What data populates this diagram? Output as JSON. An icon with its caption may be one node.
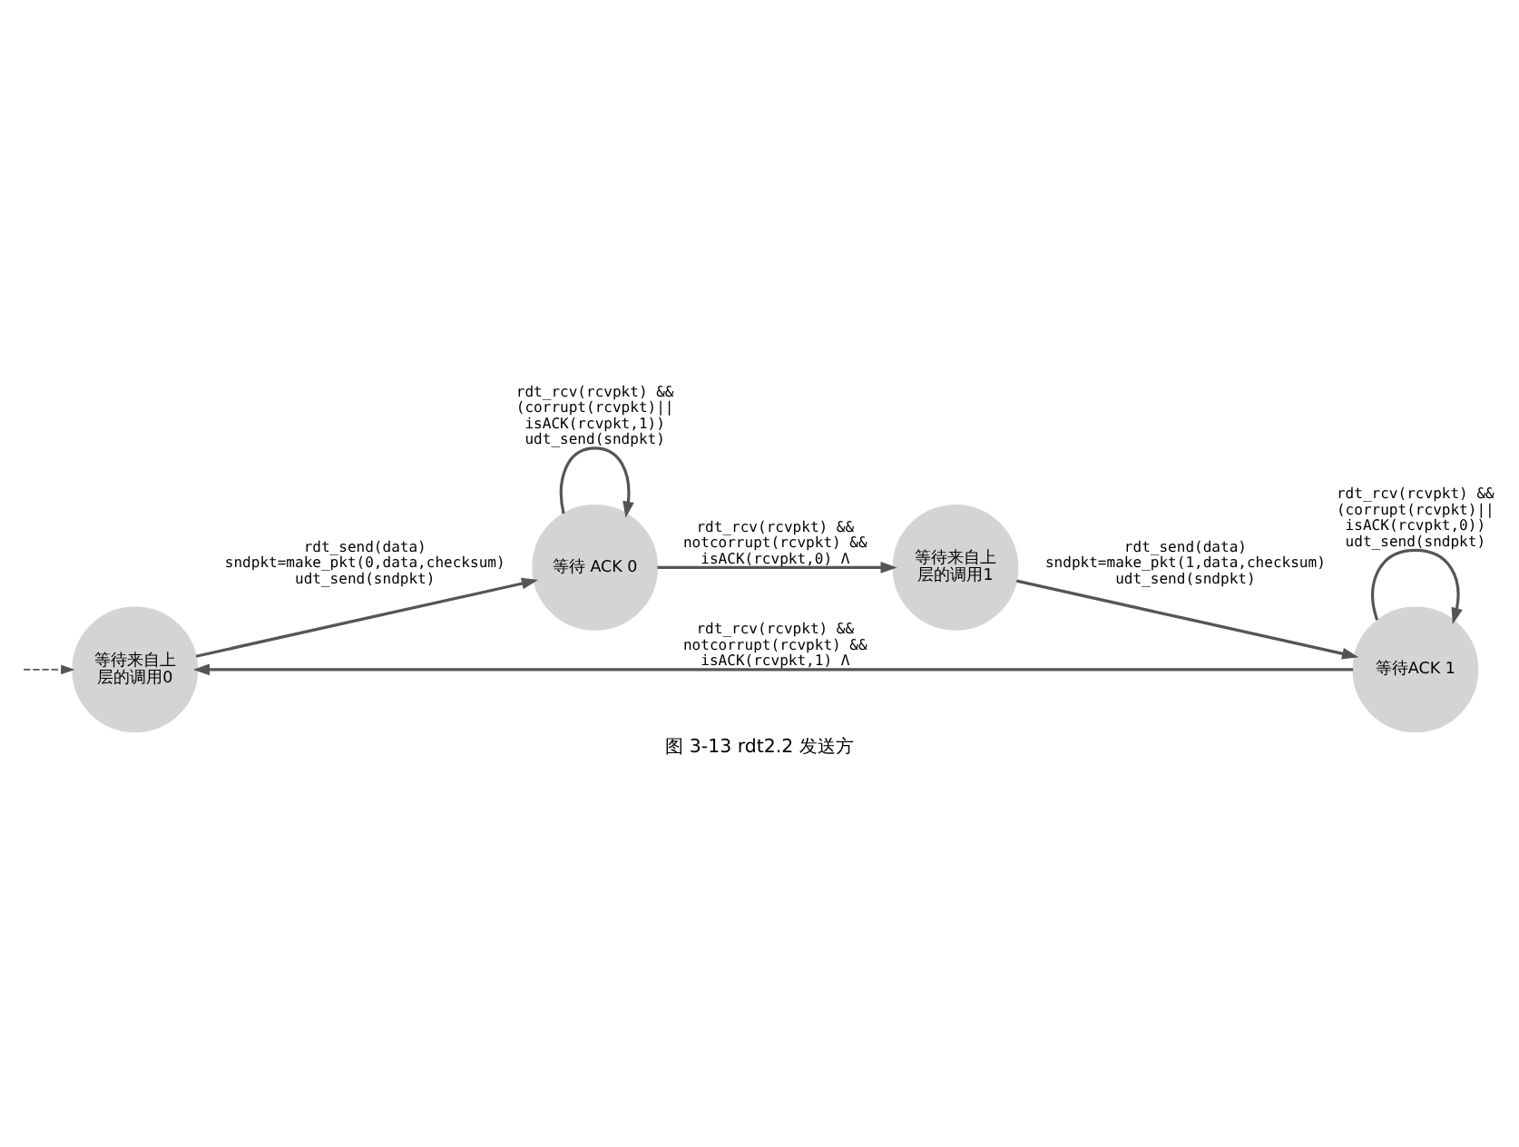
{
  "diagram": {
    "caption": "图 3-13 rdt2.2 发送方",
    "nodes": [
      {
        "text": [
          "等待来自上层的调用0"
        ]
      },
      {
        "text": [
          "等待 ACK 0"
        ]
      },
      {
        "text": [
          "等待ACK 1"
        ]
      },
      {
        "text": [
          "等待来自上层的调用1"
        ]
      }
    ],
    "edges": [
      {
        "from": null,
        "to": 0,
        "arrow": "to",
        "style": "dashed"
      },
      {
        "from": 0,
        "to": 1,
        "arrow": "to",
        "label": "rdt_send(data) sndpkt=make_pkt(0,data,checksum) udt_send(sndpkt)"
      },
      {
        "from": 1,
        "to": 1,
        "arrow": "to",
        "label": "rdt_rcv(rcvpkt) && (corrupt(rcvpkt)|| isACK(rcvpkt,1)) udt_send(sndpkt)"
      },
      {
        "from": 1,
        "to": 3,
        "arrow": "to",
        "label": "rdt_rcv(rcvpkt) && notcorrupt(rcvpkt) && isACK(rcvpkt,0) Λ"
      },
      {
        "from": 3,
        "to": 2,
        "arrow": "to",
        "label": "rdt_send(data) sndpkt=make_pkt(1,data,checksum) udt_send(sndpkt)"
      },
      {
        "from": 2,
        "to": 2,
        "arrow": "to",
        "label": "rdt_rcv(rcvpkt) && (corrupt(rcvpkt)|| isACK(rcvpkt,0)) udt_send(sndpkt)"
      },
      {
        "from": 2,
        "to": 0,
        "arrow": "to",
        "label": "rdt_rcv(rcvpkt) && notcorrupt(rcvpkt) && isACK(rcvpkt,1) Λ"
      }
    ]
  }
}
